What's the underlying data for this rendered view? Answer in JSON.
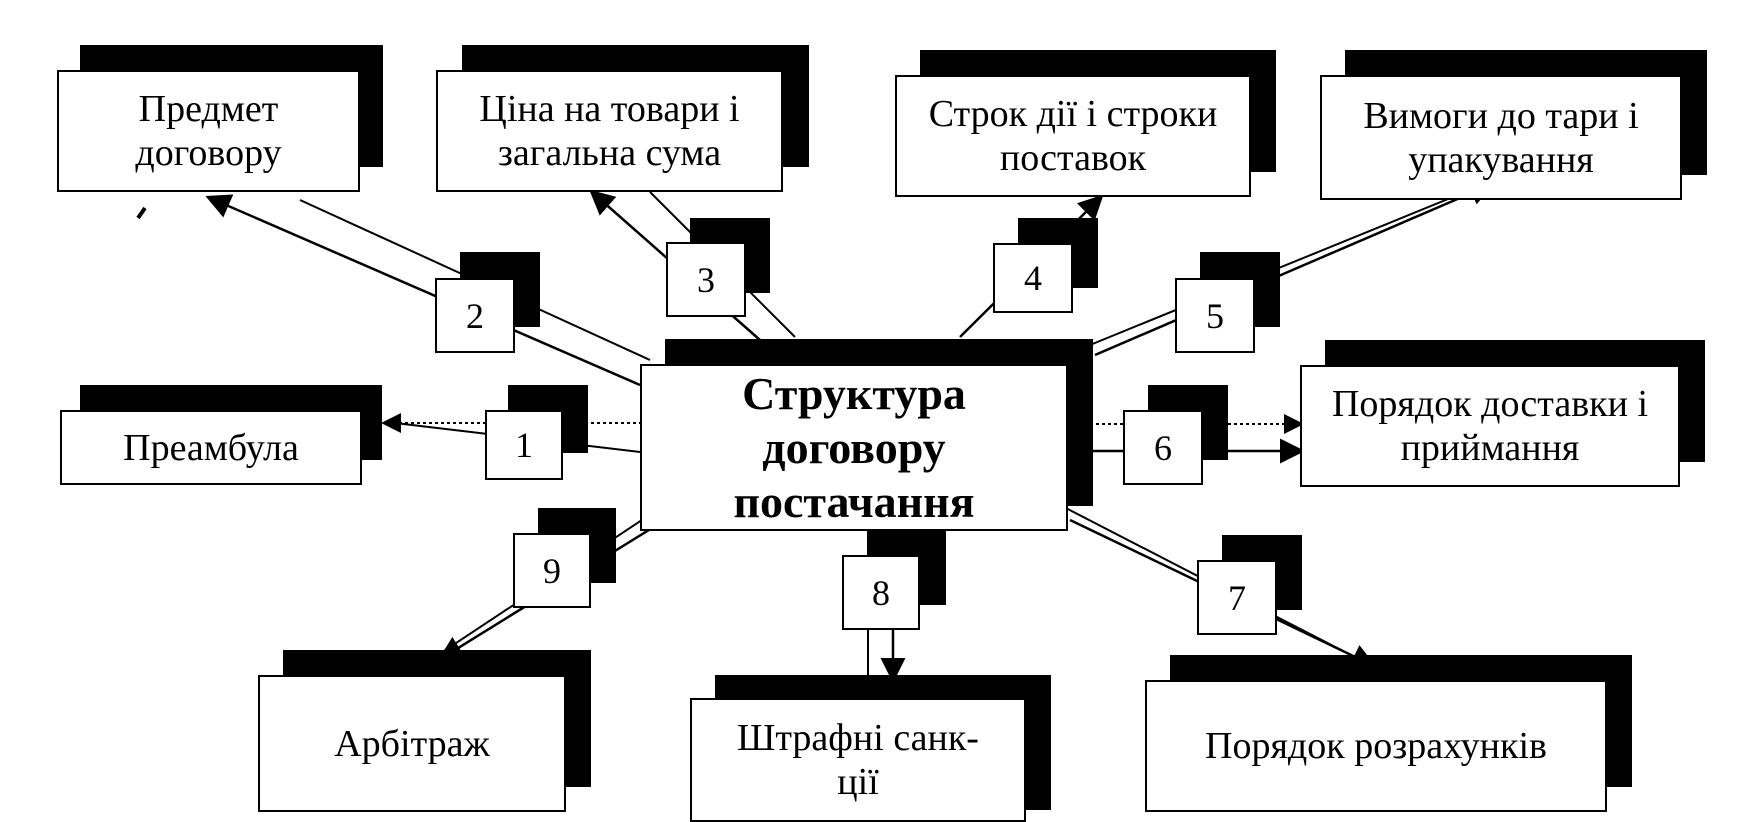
{
  "center": {
    "lines": [
      "Структура",
      "договору",
      "постачання"
    ]
  },
  "items": [
    {
      "number": "1",
      "lines": [
        "Преамбула"
      ]
    },
    {
      "number": "2",
      "lines": [
        "Предмет",
        "договору"
      ]
    },
    {
      "number": "3",
      "lines": [
        "Ціна на товари і",
        "загальна сума"
      ]
    },
    {
      "number": "4",
      "lines": [
        "Строк дії і строки",
        "поставок"
      ]
    },
    {
      "number": "5",
      "lines": [
        "Вимоги до тари і",
        "упакування"
      ]
    },
    {
      "number": "6",
      "lines": [
        "Порядок доставки і",
        "приймання"
      ]
    },
    {
      "number": "7",
      "lines": [
        "Порядок розрахунків"
      ]
    },
    {
      "number": "8",
      "lines": [
        "Штрафні санк-",
        "ції"
      ]
    },
    {
      "number": "9",
      "lines": [
        "Арбітраж"
      ]
    }
  ]
}
